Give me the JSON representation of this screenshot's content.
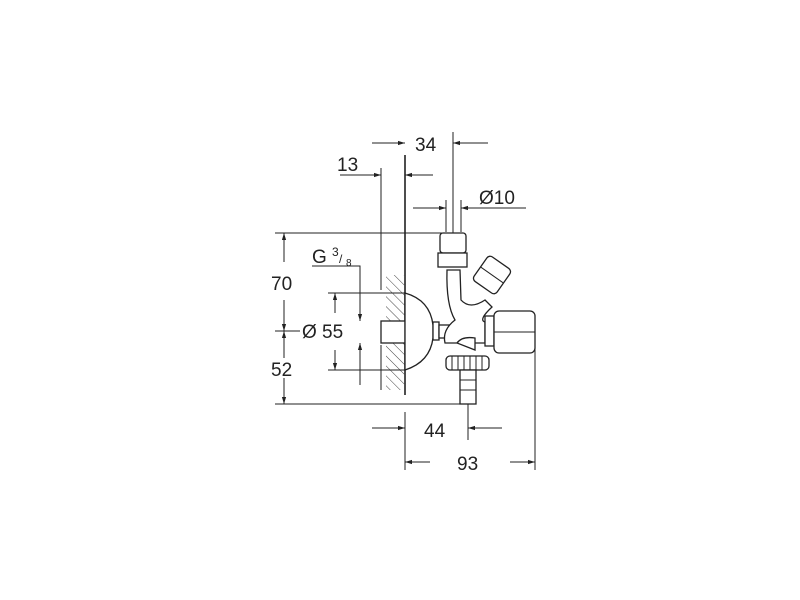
{
  "drawing": {
    "dimensions": {
      "dim_34": "34",
      "dim_13": "13",
      "dim_d10": "Ø10",
      "dim_70": "70",
      "dim_52": "52",
      "dim_d55": "Ø 55",
      "dim_44": "44",
      "dim_93": "93"
    },
    "thread": {
      "letter": "G",
      "numerator": "3",
      "denominator": "8"
    }
  }
}
